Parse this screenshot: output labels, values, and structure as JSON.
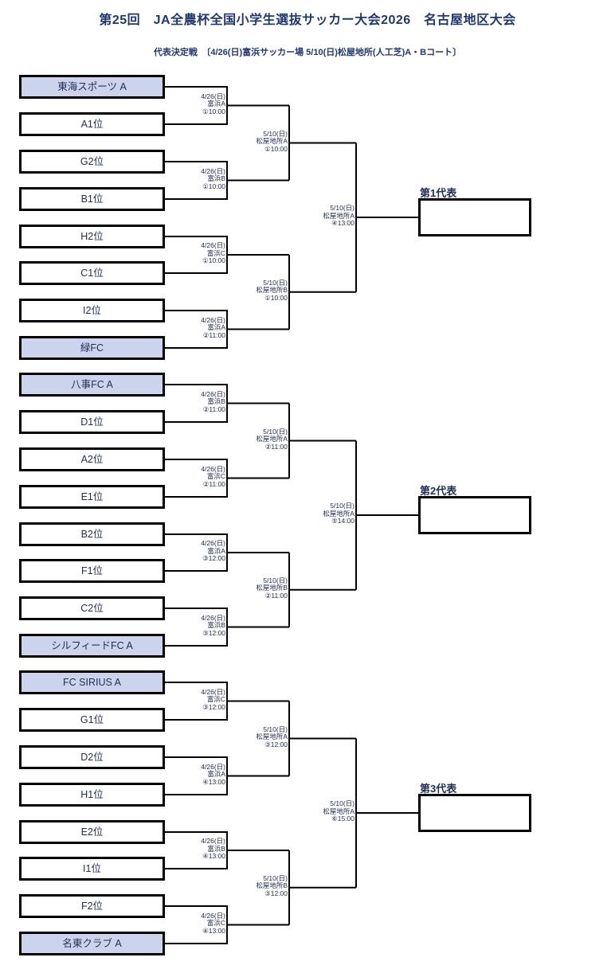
{
  "header": {
    "title": "第25回　JA全農杯全国小学生選抜サッカー大会2026　名古屋地区大会",
    "subtitle": "代表決定戦　〔4/26(日)富浜サッカー場 5/10(日)松屋地所(人工芝)A・Bコート〕"
  },
  "colors": {
    "heading_text": "#21386e",
    "body_text": "#222f55",
    "connector_line": "#000000",
    "seeded_team_fill": "#ccd4ed",
    "box_border": "#000000"
  },
  "brackets": [
    {
      "winner_label": "第1代表",
      "teams": [
        {
          "name": "東海スポーツ A",
          "highlighted": true
        },
        {
          "name": "A1位",
          "highlighted": false
        },
        {
          "name": "G2位",
          "highlighted": false
        },
        {
          "name": "B1位",
          "highlighted": false
        },
        {
          "name": "H2位",
          "highlighted": false
        },
        {
          "name": "C1位",
          "highlighted": false
        },
        {
          "name": "I2位",
          "highlighted": false
        },
        {
          "name": "緑FC",
          "highlighted": true
        }
      ],
      "round1": [
        {
          "date": "4/26(日)",
          "venue": "富浜A",
          "time": "①10:00"
        },
        {
          "date": "4/26(日)",
          "venue": "富浜B",
          "time": "①10:00"
        },
        {
          "date": "4/26(日)",
          "venue": "富浜C",
          "time": "①10:00"
        },
        {
          "date": "4/26(日)",
          "venue": "富浜A",
          "time": "②11:00"
        }
      ],
      "semifinals": [
        {
          "date": "5/10(日)",
          "venue": "松屋地所A",
          "time": "①10:00"
        },
        {
          "date": "5/10(日)",
          "venue": "松屋地所B",
          "time": "①10:00"
        }
      ],
      "final": {
        "date": "5/10(日)",
        "venue": "松屋地所A",
        "time": "④13:00"
      }
    },
    {
      "winner_label": "第2代表",
      "teams": [
        {
          "name": "八事FC A",
          "highlighted": true
        },
        {
          "name": "D1位",
          "highlighted": false
        },
        {
          "name": "A2位",
          "highlighted": false
        },
        {
          "name": "E1位",
          "highlighted": false
        },
        {
          "name": "B2位",
          "highlighted": false
        },
        {
          "name": "F1位",
          "highlighted": false
        },
        {
          "name": "C2位",
          "highlighted": false
        },
        {
          "name": "シルフィードFC A",
          "highlighted": true
        }
      ],
      "round1": [
        {
          "date": "4/26(日)",
          "venue": "富浜B",
          "time": "②11:00"
        },
        {
          "date": "4/26(日)",
          "venue": "富浜C",
          "time": "②11:00"
        },
        {
          "date": "4/26(日)",
          "venue": "富浜A",
          "time": "③12:00"
        },
        {
          "date": "4/26(日)",
          "venue": "富浜B",
          "time": "③12:00"
        }
      ],
      "semifinals": [
        {
          "date": "5/10(日)",
          "venue": "松屋地所A",
          "time": "②11:00"
        },
        {
          "date": "5/10(日)",
          "venue": "松屋地所B",
          "time": "②11:00"
        }
      ],
      "final": {
        "date": "5/10(日)",
        "venue": "松屋地所A",
        "time": "⑤14:00"
      }
    },
    {
      "winner_label": "第3代表",
      "teams": [
        {
          "name": "FC SIRIUS A",
          "highlighted": true
        },
        {
          "name": "G1位",
          "highlighted": false
        },
        {
          "name": "D2位",
          "highlighted": false
        },
        {
          "name": "H1位",
          "highlighted": false
        },
        {
          "name": "E2位",
          "highlighted": false
        },
        {
          "name": "I1位",
          "highlighted": false
        },
        {
          "name": "F2位",
          "highlighted": false
        },
        {
          "name": "名東クラブ A",
          "highlighted": true
        }
      ],
      "round1": [
        {
          "date": "4/26(日)",
          "venue": "富浜C",
          "time": "③12:00"
        },
        {
          "date": "4/26(日)",
          "venue": "富浜A",
          "time": "④13:00"
        },
        {
          "date": "4/26(日)",
          "venue": "富浜B",
          "time": "④13:00"
        },
        {
          "date": "4/26(日)",
          "venue": "富浜C",
          "time": "④13:00"
        }
      ],
      "semifinals": [
        {
          "date": "5/10(日)",
          "venue": "松屋地所A",
          "time": "③12:00"
        },
        {
          "date": "5/10(日)",
          "venue": "松屋地所B",
          "time": "③12:00"
        }
      ],
      "final": {
        "date": "5/10(日)",
        "venue": "松屋地所A",
        "time": "⑥15:00"
      }
    }
  ]
}
